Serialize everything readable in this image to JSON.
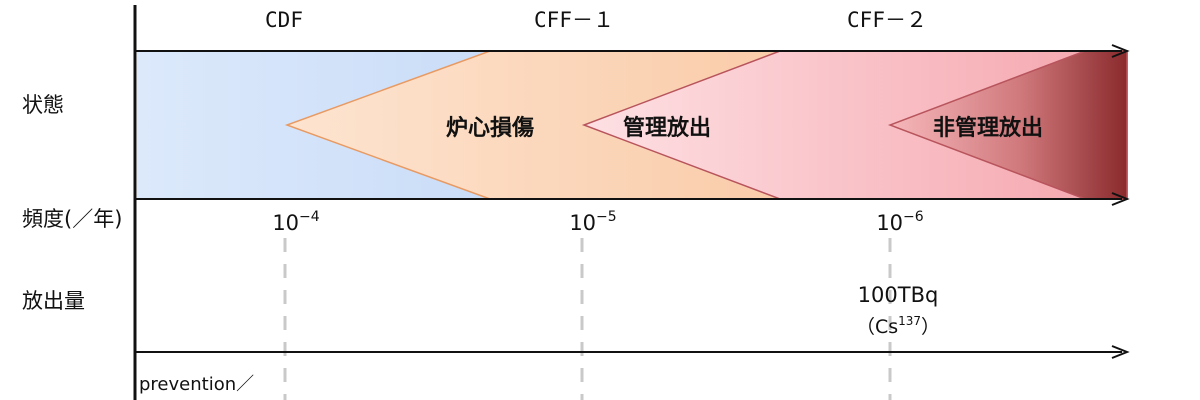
{
  "headers": {
    "cdf": "CDF",
    "cff1": "CFF－１",
    "cff2": "CFF－２"
  },
  "row_labels": {
    "state": "状態",
    "frequency": "頻度(／年)",
    "release": "放出量"
  },
  "zones": {
    "core_damage": "炉心損傷",
    "managed_release": "管理放出",
    "unmanaged_release": "非管理放出"
  },
  "frequency_ticks": [
    {
      "base": "10",
      "exp": "−4"
    },
    {
      "base": "10",
      "exp": "−5"
    },
    {
      "base": "10",
      "exp": "−6"
    }
  ],
  "release_value": {
    "amount": "100TBq",
    "nuclide_open": "（Cs",
    "nuclide_exp": "137",
    "nuclide_close": "）"
  },
  "footer_text": "prevention／",
  "colors": {
    "blue_band_start": "#d6e6fb",
    "blue_band_end": "#aecaf3",
    "orange_zone": "#f8c49b",
    "pink_zone": "#f6b3b9",
    "dark_red_zone": "#8b2c2e"
  }
}
